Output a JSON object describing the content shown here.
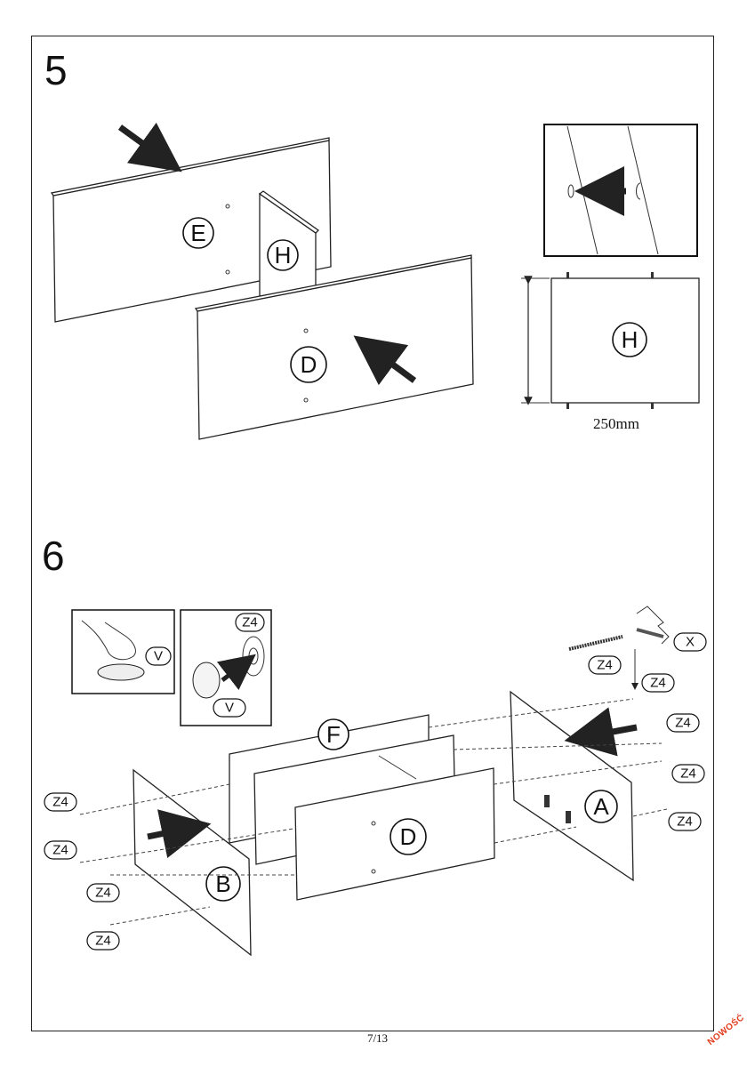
{
  "steps": [
    {
      "number": "5"
    },
    {
      "number": "6"
    }
  ],
  "step5": {
    "panels": {
      "back": "E",
      "divider": "H",
      "front": "D"
    },
    "detail_panel": "H",
    "dimension": "250mm"
  },
  "step6": {
    "panels": {
      "top_back": "F",
      "front": "D",
      "right_side": "A",
      "left_side": "B"
    },
    "parts": {
      "foot": "V",
      "foot_inset_label": "V",
      "screw_inset_label": "Z4",
      "tool": "X",
      "screw_top": "Z4",
      "screw_drop": "Z4",
      "screw_r1": "Z4",
      "screw_r2": "Z4",
      "screw_r3": "Z4",
      "screw_l1": "Z4",
      "screw_l2": "Z4",
      "screw_l3": "Z4",
      "screw_l4": "Z4"
    }
  },
  "footer": {
    "page": "7/13",
    "badge": "NOWOŚĆ"
  },
  "colors": {
    "ink": "#222222",
    "badge": "#e23b1c"
  }
}
